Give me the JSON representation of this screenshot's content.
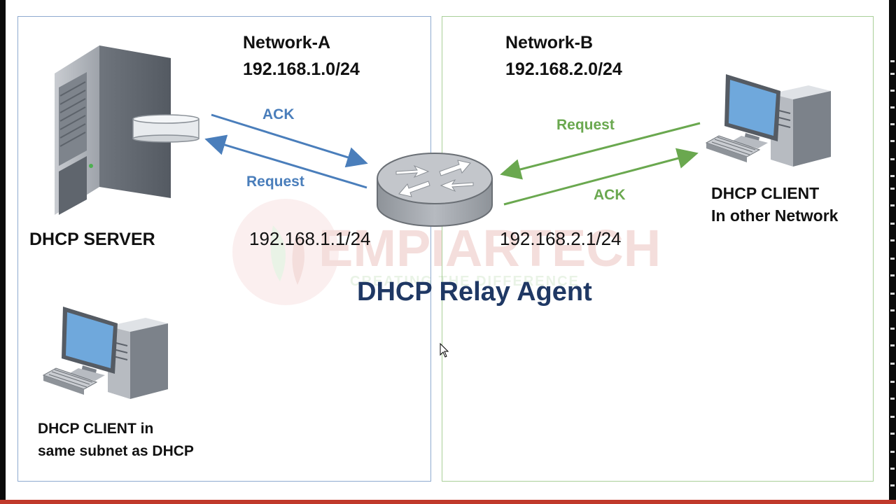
{
  "network_a": {
    "name": "Network-A",
    "subnet": "192.168.1.0/24",
    "gateway_ip": "192.168.1.1/24"
  },
  "network_b": {
    "name": "Network-B",
    "subnet": "192.168.2.0/24",
    "gateway_ip": "192.168.2.1/24"
  },
  "dhcp_server": {
    "label": "DHCP SERVER"
  },
  "local_client": {
    "label_line1": "DHCP CLIENT in",
    "label_line2": "same subnet as DHCP"
  },
  "remote_client": {
    "label_line1": "DHCP CLIENT",
    "label_line2": "In other Network"
  },
  "arrows": {
    "left_ack": "ACK",
    "left_request": "Request",
    "right_request": "Request",
    "right_ack": "ACK"
  },
  "title": "DHCP Relay Agent",
  "watermark": {
    "brand": "EMPIARTECH",
    "tagline": "CREATING THE DIFFERENCE"
  },
  "colors": {
    "blue_arrow": "#4a7ebb",
    "green_arrow": "#6aa84f",
    "title": "#1f3864",
    "panel_a_border": "#8eaad0",
    "panel_b_border": "#a9cf98"
  }
}
